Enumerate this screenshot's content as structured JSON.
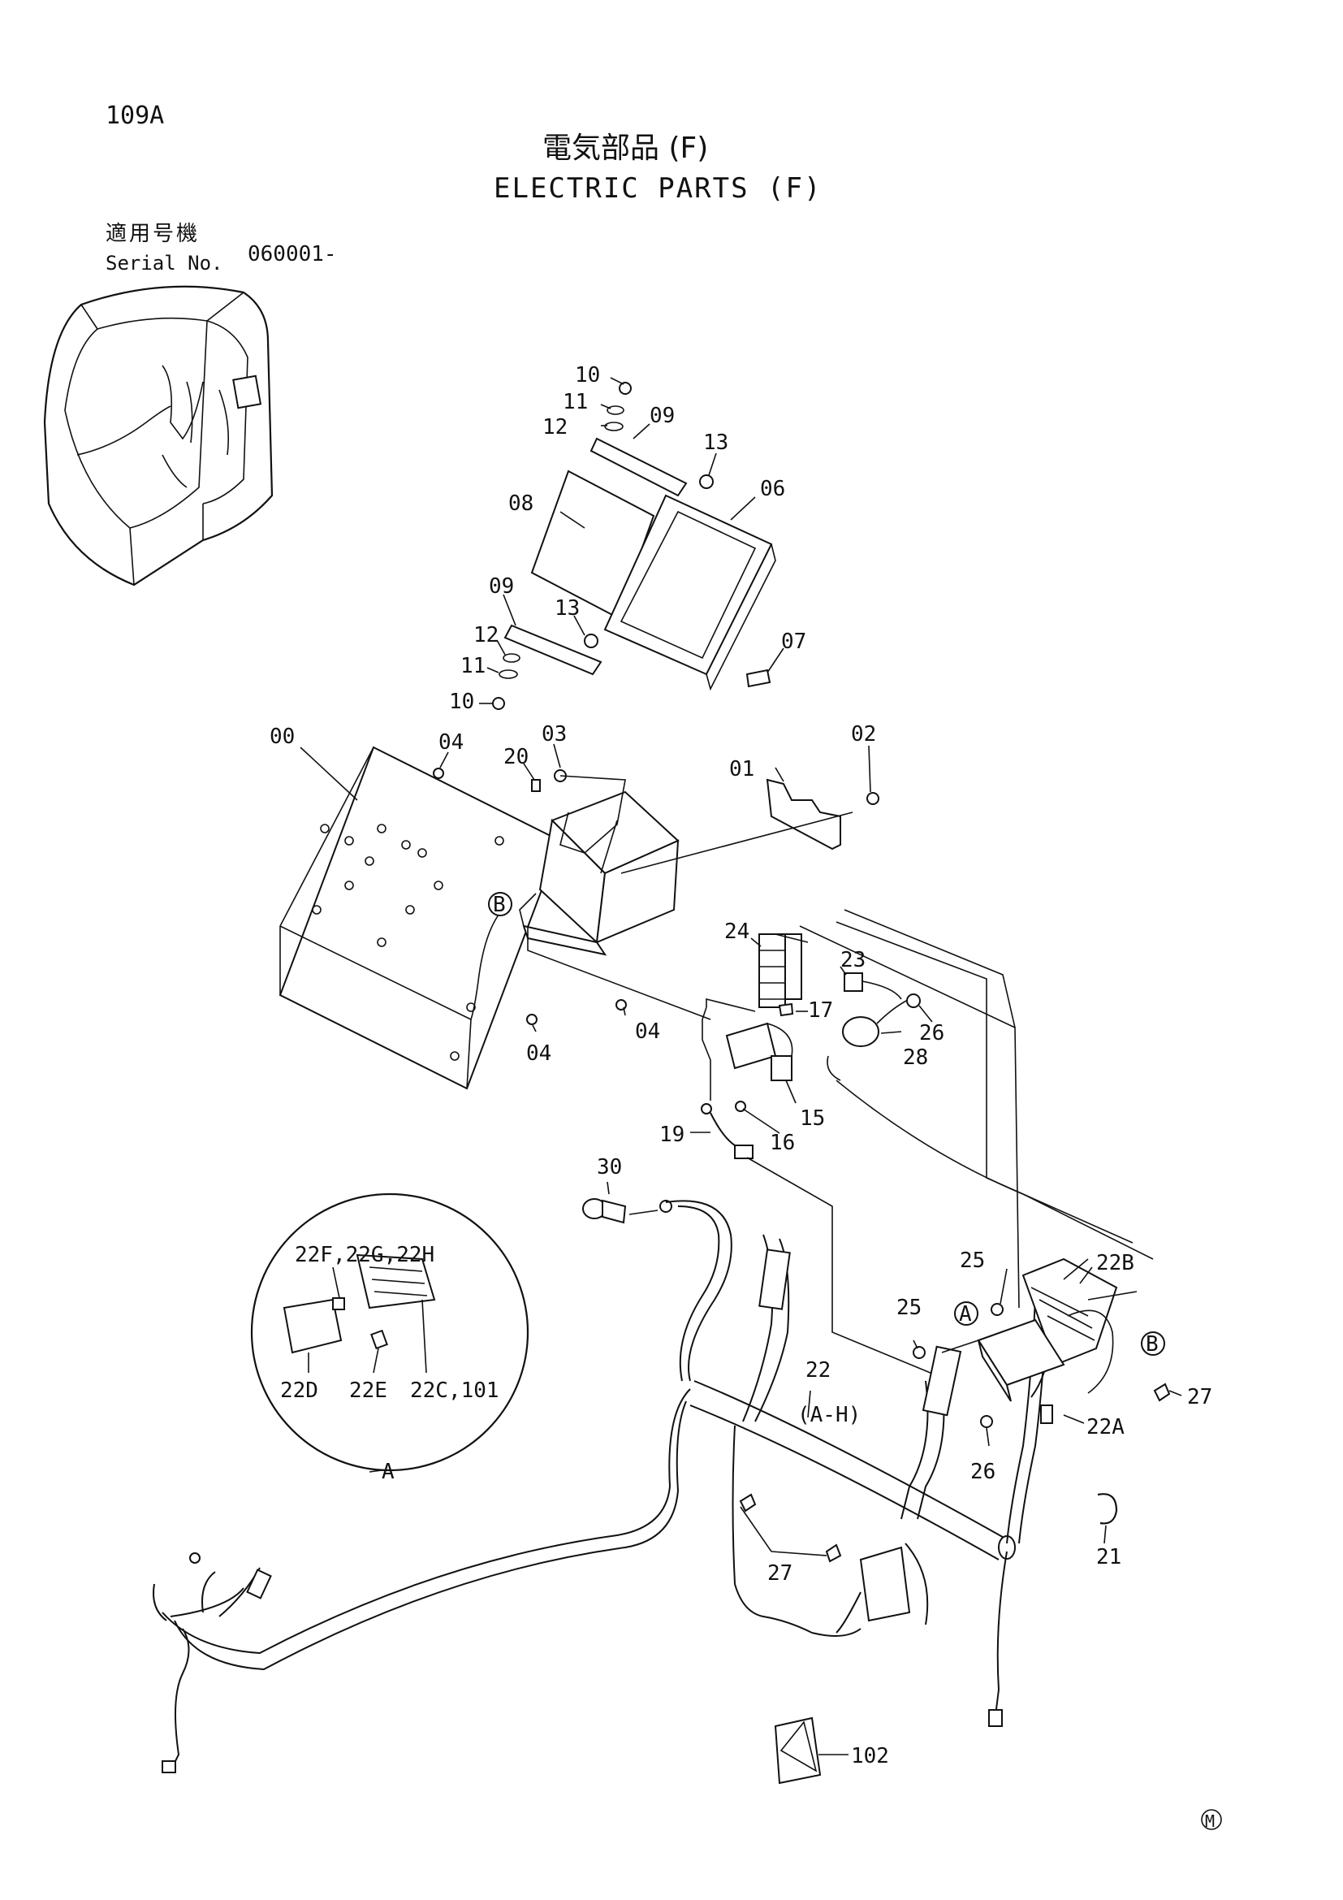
{
  "page_number": "109A",
  "title": {
    "japanese": "電気部品 (F)",
    "english": "ELECTRIC PARTS (F)"
  },
  "serial": {
    "label_japanese": "適用号機",
    "label_english": "Serial No.",
    "value": "060001-"
  },
  "callouts": {
    "c00": "00",
    "c01": "01",
    "c02": "02",
    "c03": "03",
    "c04a": "04",
    "c04b": "04",
    "c04c": "04",
    "c06": "06",
    "c07": "07",
    "c08": "08",
    "c09a": "09",
    "c09b": "09",
    "c10a": "10",
    "c10b": "10",
    "c11a": "11",
    "c11b": "11",
    "c12a": "12",
    "c12b": "12",
    "c13a": "13",
    "c13b": "13",
    "c15": "15",
    "c16": "16",
    "c17": "17",
    "c19": "19",
    "c20": "20",
    "c21": "21",
    "c22": "22",
    "c22ah": "(A-H)",
    "c22a": "22A",
    "c22b": "22B",
    "c22fgh": "22F,22G,22H",
    "c22d": "22D",
    "c22e": "22E",
    "c22c101": "22C,101",
    "c23": "23",
    "c24": "24",
    "c25a": "25",
    "c25b": "25",
    "c26a": "26",
    "c26b": "26",
    "c27a": "27",
    "c27b": "27",
    "c28": "28",
    "c30": "30",
    "c102": "102"
  },
  "detail_refs": {
    "detail_a_label": "A",
    "ref_a": "A",
    "ref_b1": "B",
    "ref_b2": "B"
  },
  "mark": "M"
}
